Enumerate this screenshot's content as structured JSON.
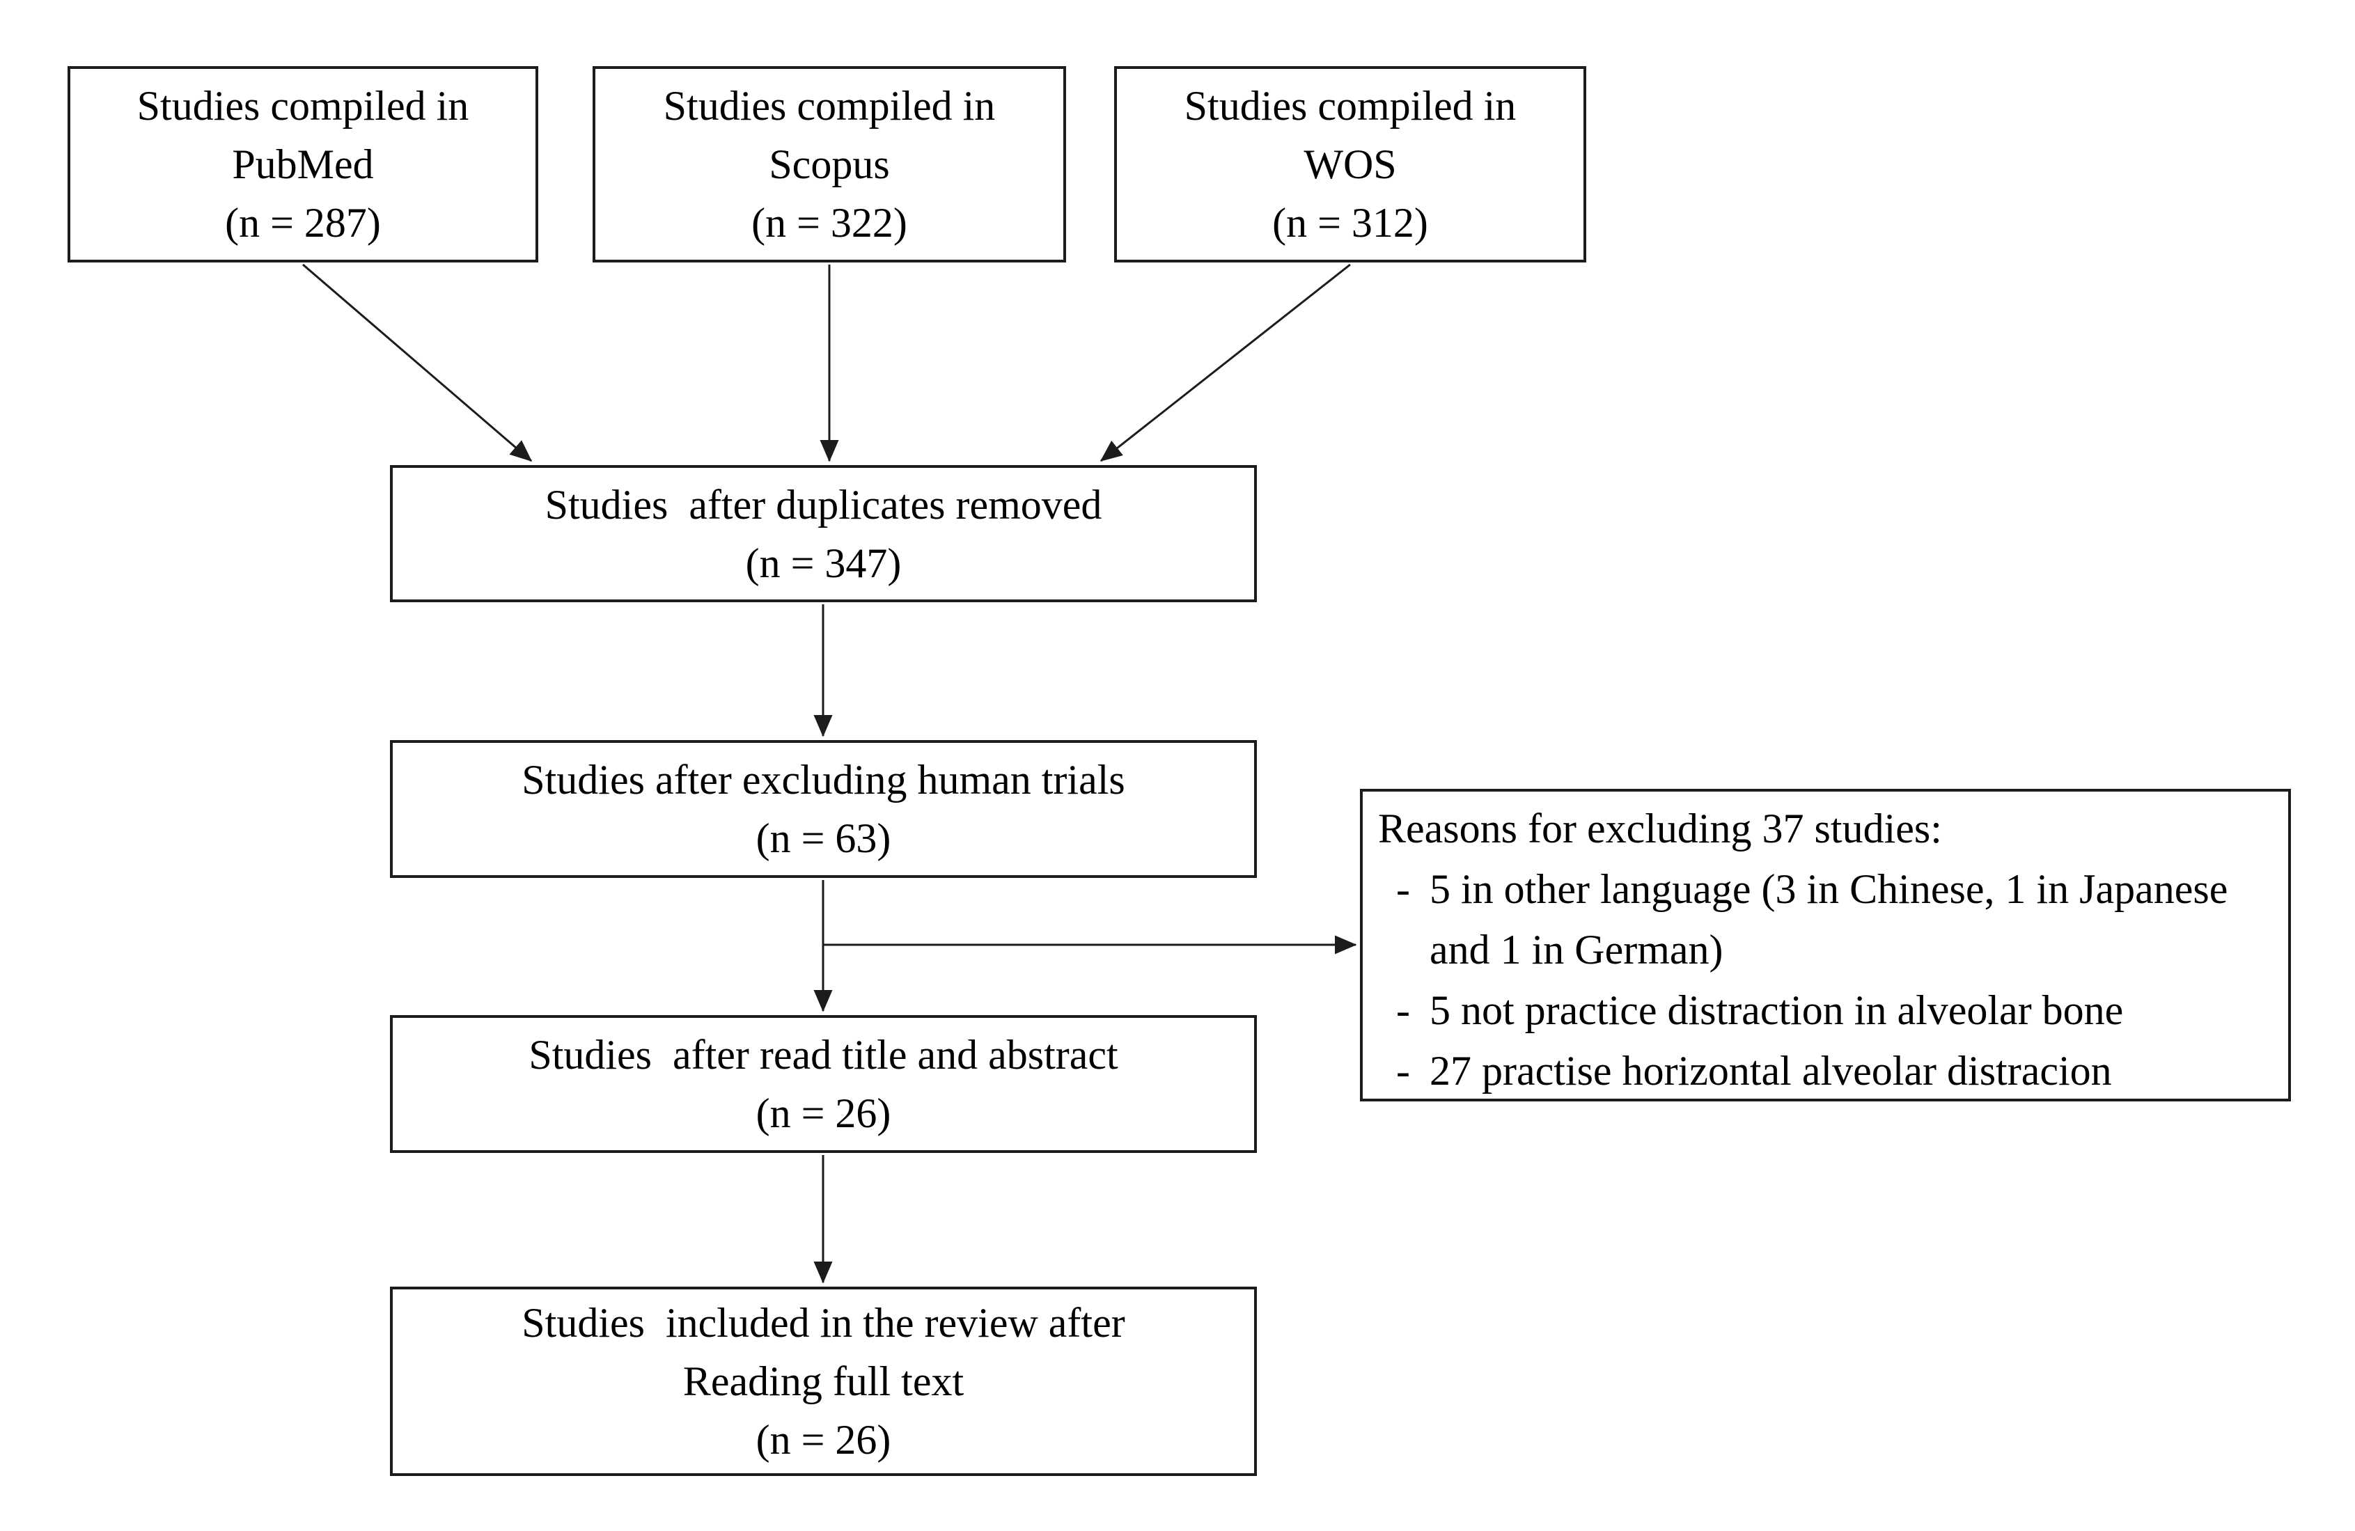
{
  "page": {
    "background_color": "#ffffff",
    "line_color": "#1c1c1c"
  },
  "flow": {
    "sources": [
      {
        "id": "pubmed",
        "lines": [
          "Studies compiled in",
          "PubMed",
          "(n = 287)"
        ]
      },
      {
        "id": "scopus",
        "lines": [
          "Studies compiled in",
          "Scopus",
          "(n = 322)"
        ]
      },
      {
        "id": "wos",
        "lines": [
          "Studies compiled in",
          "WOS",
          "(n = 312)"
        ]
      }
    ],
    "stages": [
      {
        "id": "duplicates-removed",
        "lines": [
          "Studies  after duplicates removed",
          "(n = 347)"
        ]
      },
      {
        "id": "excluding-human-trials",
        "lines": [
          "Studies after excluding human trials",
          "(n = 63)"
        ]
      },
      {
        "id": "title-and-abstract",
        "lines": [
          "Studies  after read title and abstract",
          "(n = 26)"
        ]
      },
      {
        "id": "included-full-text",
        "lines": [
          "Studies  included in the review after",
          "Reading full text",
          "(n = 26)"
        ]
      }
    ],
    "exclusion_note": {
      "title": "Reasons for excluding 37 studies:",
      "bullet_marker": "-",
      "bullets": [
        "5 in other language (3 in Chinese, 1 in Japanese and 1 in German)",
        "5 not practice distraction in alveolar bone",
        "27 practise horizontal alveolar distracion"
      ]
    }
  }
}
